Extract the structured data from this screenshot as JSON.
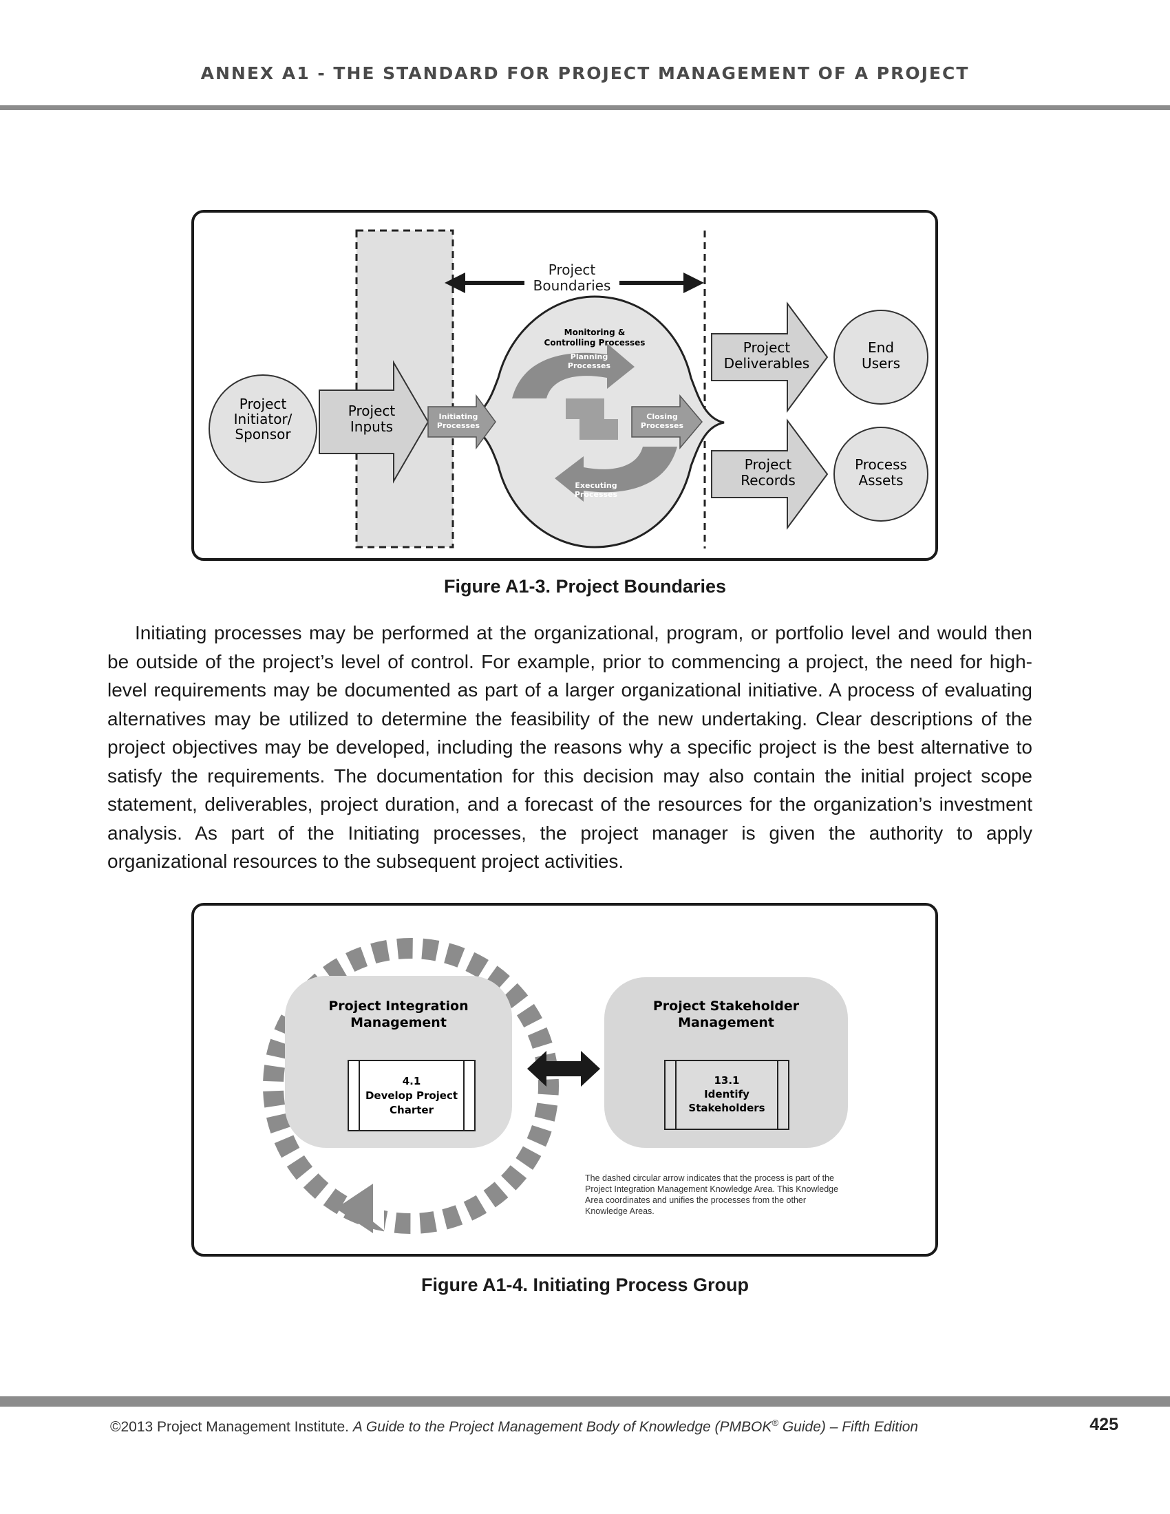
{
  "header": {
    "title": "ANNEX A1 - THE STANDARD FOR PROJECT MANAGEMENT OF A PROJECT"
  },
  "figure1": {
    "caption": "Figure A1-3. Project Boundaries",
    "boundary_label": [
      "Project",
      "Boundaries"
    ],
    "initiator_label": [
      "Project",
      "Initiator/",
      "Sponsor"
    ],
    "inputs_label": [
      "Project",
      "Inputs"
    ],
    "monitoring_label": [
      "Monitoring &",
      "Controlling Processes"
    ],
    "planning_label": [
      "Planning",
      "Processes"
    ],
    "initiating_label": [
      "Initiating",
      "Processes"
    ],
    "closing_label": [
      "Closing",
      "Processes"
    ],
    "executing_label": [
      "Executing",
      "Processes"
    ],
    "deliverables_label": [
      "Project",
      "Deliverables"
    ],
    "records_label": [
      "Project",
      "Records"
    ],
    "end_users_label": [
      "End",
      "Users"
    ],
    "process_assets_label": [
      "Process",
      "Assets"
    ]
  },
  "body": {
    "paragraph": "Initiating processes may be performed at the organizational, program, or portfolio level and would then be outside of the project’s level of control. For example, prior to commencing a project, the need for high-level requirements may be documented as part of a larger organizational initiative. A process of evaluating alternatives may be utilized to determine the feasibility of the new undertaking. Clear descriptions of the project objectives may be developed, including the reasons why a specific project is the best alternative to satisfy the requirements. The documentation for this decision may also contain the initial project scope statement, deliverables, project duration, and a forecast of the resources for the organization’s investment analysis. As part of the Initiating processes, the project manager is given the authority to apply organizational resources to the subsequent project activities."
  },
  "figure2": {
    "caption": "Figure A1-4. Initiating Process Group",
    "integration_title": [
      "Project Integration",
      "Management"
    ],
    "integration_process": [
      "4.1",
      "Develop Project",
      "Charter"
    ],
    "stakeholder_title": [
      "Project Stakeholder",
      "Management"
    ],
    "stakeholder_process": [
      "13.1",
      "Identify",
      "Stakeholders"
    ],
    "note": [
      "The dashed circular arrow indicates that the process is part of the",
      "Project Integration Management Knowledge Area. This Knowledge",
      "Area coordinates and unifies the processes from the other",
      "Knowledge Areas."
    ]
  },
  "footer": {
    "copyright": "©2013 Project Management Institute. ",
    "book_title": "A Guide to the Project Management Body of Knowledge (PMBOK",
    "registered": "®",
    "book_suffix": " Guide) – Fifth Edition",
    "page_number": "425"
  },
  "colors": {
    "rule": "#8c8c8c",
    "arrow_fill": "#d2d2d2",
    "node_fill": "#e2e2e2",
    "dark_arrow": "#1a1a1a"
  }
}
